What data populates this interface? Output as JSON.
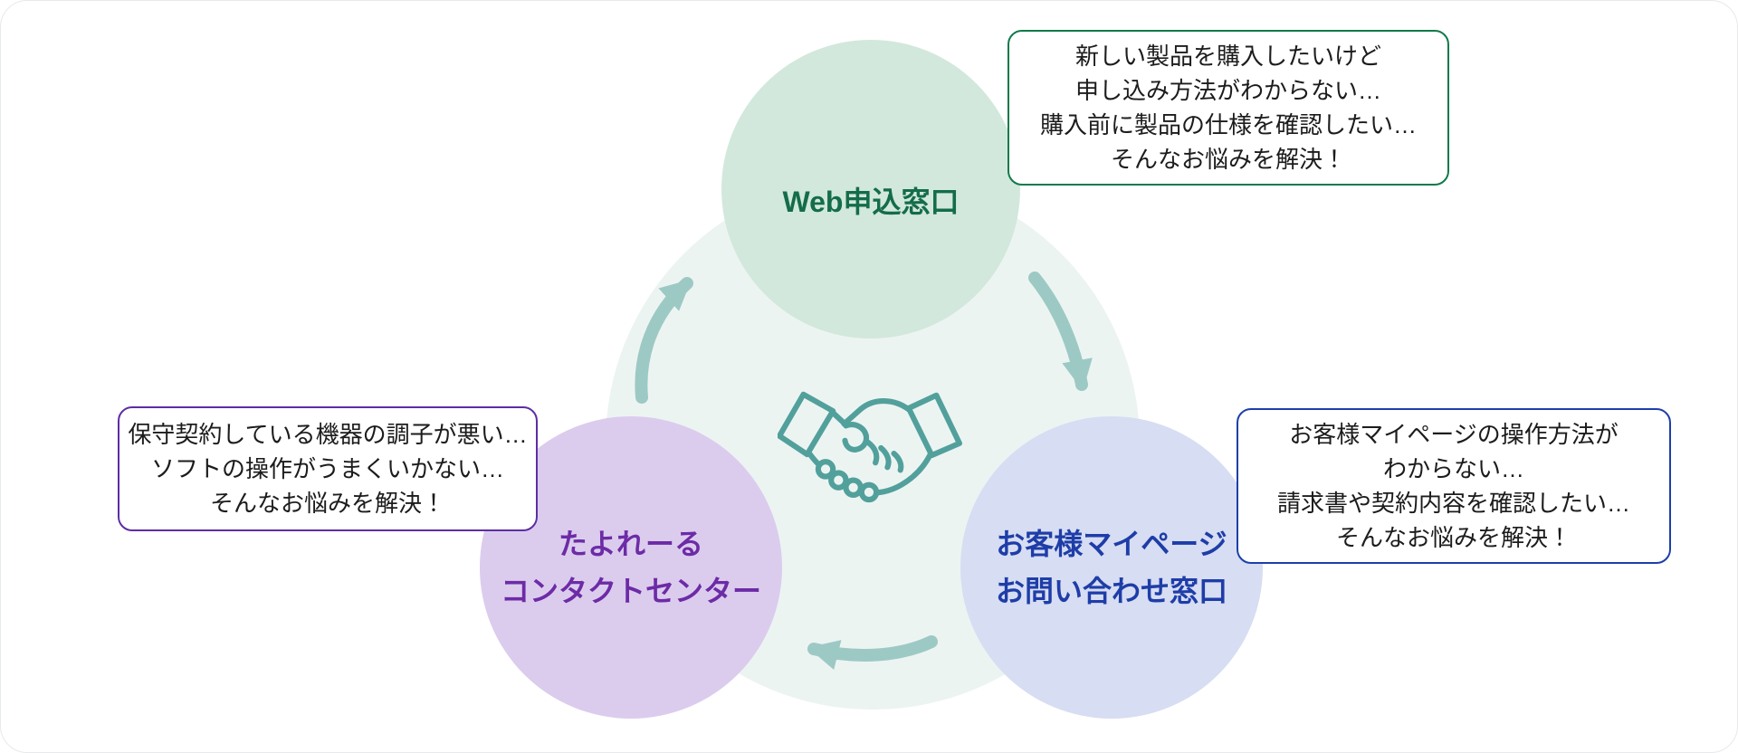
{
  "diagram": {
    "title": "",
    "cycle_direction": "clockwise",
    "center_icon": "handshake-icon",
    "nodes": [
      {
        "id": "web",
        "label": "Web申込窓口",
        "fill": "#d2e8dc",
        "text_color": "#146c4b",
        "position": "top"
      },
      {
        "id": "contact",
        "label": "たよれーる\nコンタクトセンター",
        "fill": "#dbccee",
        "text_color": "#6d2ba6",
        "position": "bottom-left"
      },
      {
        "id": "mypage",
        "label": "お客様マイページ\nお問い合わせ窓口",
        "fill": "#d7ddf2",
        "text_color": "#1e3da8",
        "position": "bottom-right"
      }
    ],
    "bubbles": [
      {
        "for": "web",
        "border_color": "#117a4a",
        "text": "新しい製品を購入したいけど\n申し込み方法がわからない…\n購入前に製品の仕様を確認したい…\nそんなお悩みを解決！"
      },
      {
        "for": "contact",
        "border_color": "#5d2da5",
        "text": "保守契約している機器の調子が悪い…\nソフトの操作がうまくいかない…\nそんなお悩みを解決！"
      },
      {
        "for": "mypage",
        "border_color": "#1c3fab",
        "text": "お客様マイページの操作方法が\nわからない…\n請求書や契約内容を確認したい…\nそんなお悩みを解決！"
      }
    ],
    "arrows": [
      {
        "id": "contact-to-web",
        "direction": "up-right"
      },
      {
        "id": "web-to-mypage",
        "direction": "down-right"
      },
      {
        "id": "mypage-to-contact",
        "direction": "left"
      }
    ],
    "colors": {
      "cycle_background": "#ecf4f2",
      "arrow": "#9dc9c5",
      "handshake_stroke": "#52a09c",
      "bubble_text": "#1c1c1c",
      "card_background": "#ffffff"
    }
  }
}
